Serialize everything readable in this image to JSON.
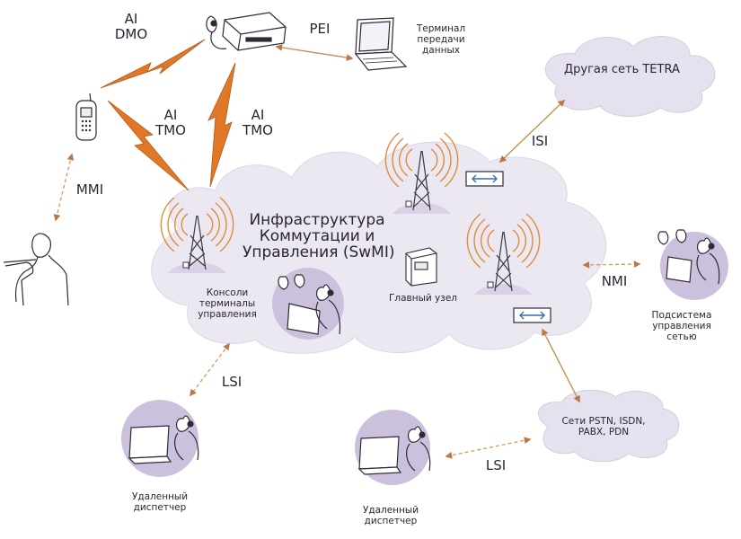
{
  "labels": {
    "ai_dmo": "AI\nDMO",
    "ai_tmo_left": "AI\nTMO",
    "ai_tmo_right": "AI\nTMO",
    "pei": "PEI",
    "data_terminal": "Терминал\nпередачи\nданных",
    "other_tetra": "Другая сеть TETRA",
    "isi": "ISI",
    "mmi": "MMI",
    "swmi_title": "Инфраструктура\nКоммутации и\nУправления (SwMI)",
    "consoles": "Консоли\nтерминалы\nуправления",
    "main_node": "Главный узел",
    "nmi": "NMI",
    "network_mgmt": "Подсистема\nуправления\nсетью",
    "lsi_left": "LSI",
    "lsi_right": "LSI",
    "pstn": "Сети PSTN, ISDN,\nPABX, PDN",
    "remote_left": "Удаленный\nдиспетчер",
    "remote_right": "Удаленный\nдиспетчер"
  },
  "colors": {
    "cloud": "#e8e4f0",
    "cloud_stroke": "#d6d0e2",
    "disk": "#c9bedb",
    "lightning": "#e07828",
    "lightning_edge": "#b85818",
    "link_arrow": "#c58a4a",
    "link_dashed": "#d29a5a",
    "tower": "#3a3a44",
    "waves": "#e08a3a",
    "line_art": "#2f2a36"
  },
  "icons": [
    "radio-unit-icon",
    "laptop-icon",
    "mobile-phone-icon",
    "person-icon",
    "tower-icon",
    "operator-icon",
    "server-icon",
    "gateway-icon"
  ]
}
